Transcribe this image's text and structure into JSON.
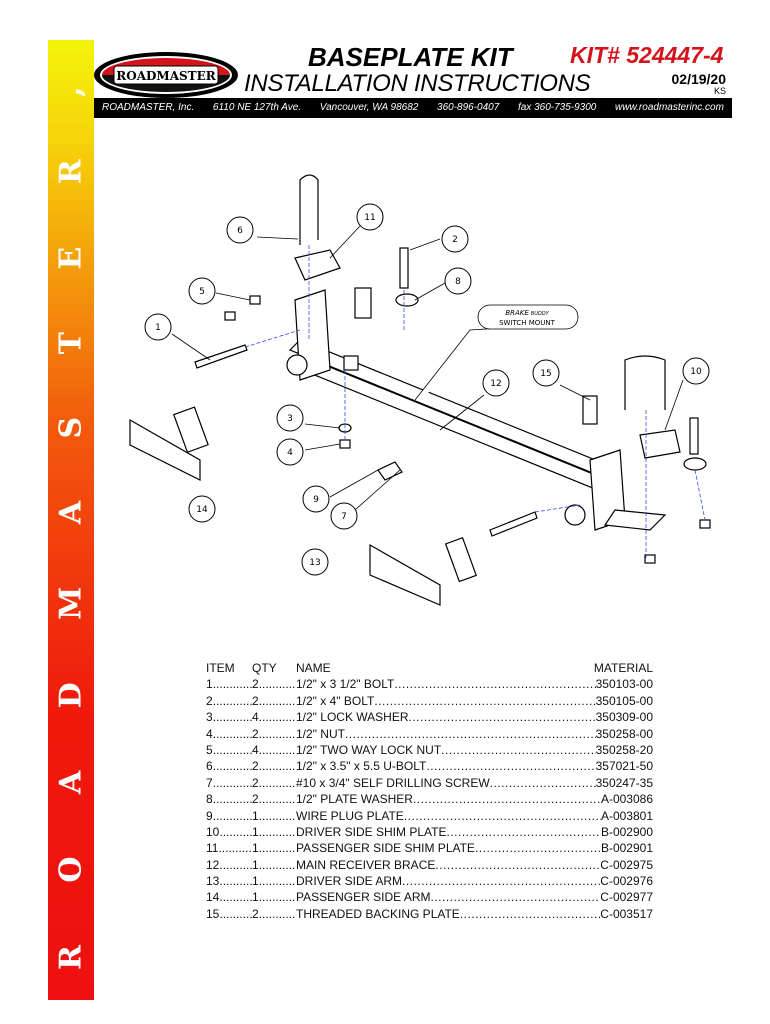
{
  "side_banner": "R O A D M A S T E R , I N C.",
  "header": {
    "logo_text": "ROADMASTER",
    "title": "BASEPLATE KIT",
    "subtitle": "INSTALLATION INSTRUCTIONS",
    "kit_number": "KIT# 524447-4",
    "date": "02/19/20",
    "initials": "KS",
    "contact": [
      "ROADMASTER, Inc.",
      "6110 NE 127th Ave.",
      "Vancouver, WA 98682",
      "360-896-0407",
      "fax 360-735-9300",
      "www.roadmasterinc.com"
    ]
  },
  "diagram": {
    "callouts": [
      "1",
      "2",
      "3",
      "4",
      "5",
      "6",
      "7",
      "8",
      "9",
      "10",
      "11",
      "12",
      "13",
      "14",
      "15"
    ],
    "brake_label_1": "BRAKE",
    "brake_label_brand": "BUDDY",
    "brake_label_2": "SWITCH MOUNT"
  },
  "parts": {
    "headers": {
      "item": "ITEM",
      "qty": "QTY",
      "name": "NAME",
      "material": "MATERIAL"
    },
    "rows": [
      {
        "item": "1",
        "qty": "2",
        "name": "1/2\" x 3 1/2\" BOLT",
        "material": "350103-00"
      },
      {
        "item": "2",
        "qty": "2",
        "name": "1/2\" x 4\" BOLT",
        "material": "350105-00"
      },
      {
        "item": "3",
        "qty": "4",
        "name": "1/2\" LOCK WASHER",
        "material": "350309-00"
      },
      {
        "item": "4",
        "qty": "2",
        "name": "1/2\" NUT",
        "material": "350258-00"
      },
      {
        "item": "5",
        "qty": "4",
        "name": "1/2\" TWO WAY LOCK NUT",
        "material": "350258-20"
      },
      {
        "item": "6",
        "qty": "2",
        "name": "1/2\" x 3.5\" x 5.5 U-BOLT",
        "material": "357021-50"
      },
      {
        "item": "7",
        "qty": "2",
        "name": "#10 x 3/4\" SELF DRILLING SCREW",
        "material": "350247-35"
      },
      {
        "item": "8",
        "qty": "2",
        "name": "1/2\" PLATE WASHER",
        "material": "A-003086"
      },
      {
        "item": "9",
        "qty": "1",
        "name": "WIRE PLUG PLATE",
        "material": "A-003801"
      },
      {
        "item": "10",
        "qty": "1",
        "name": "DRIVER SIDE SHIM PLATE",
        "material": "B-002900"
      },
      {
        "item": "11",
        "qty": "1",
        "name": "PASSENGER SIDE SHIM PLATE",
        "material": "B-002901"
      },
      {
        "item": "12",
        "qty": "1",
        "name": "MAIN RECEIVER BRACE",
        "material": "C-002975"
      },
      {
        "item": "13",
        "qty": "1",
        "name": "DRIVER SIDE ARM",
        "material": "C-002976"
      },
      {
        "item": "14",
        "qty": "1",
        "name": "PASSENGER SIDE ARM",
        "material": "C-002977"
      },
      {
        "item": "15",
        "qty": "2",
        "name": "THREADED BACKING PLATE",
        "material": "C-003517"
      }
    ]
  }
}
